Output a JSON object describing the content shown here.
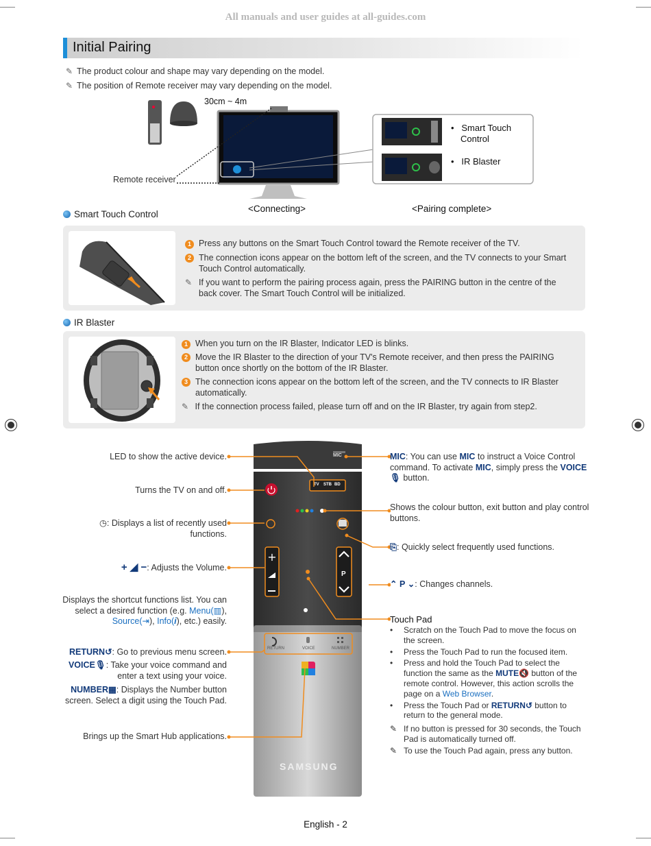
{
  "watermark": "All manuals and user guides at all-guides.com",
  "section_title": "Initial Pairing",
  "notes": [
    "The product colour and shape may vary depending on the model.",
    "The position of Remote receiver may vary depending on the model."
  ],
  "diagram": {
    "distance": "30cm ~ 4m",
    "remote_receiver": "Remote receiver",
    "connecting": "<Connecting>",
    "pairing_complete": "<Pairing complete>",
    "items": [
      "Smart Touch Control",
      "IR Blaster"
    ],
    "smart_touch_line1": "Smart Touch",
    "smart_touch_line2": "Control",
    "remote_logo": "SAMSUNG"
  },
  "smart_touch": {
    "heading": "Smart Touch Control",
    "steps": [
      "Press any buttons on the Smart Touch Control toward the Remote receiver of the TV.",
      "The connection icons appear on the bottom left of the screen, and the TV connects to your Smart Touch Control automatically."
    ],
    "note": "If you want to perform the pairing process again, press the PAIRING button in the centre of the back cover. The Smart Touch Control will be initialized."
  },
  "ir_blaster": {
    "heading": "IR Blaster",
    "steps": [
      "When you turn on the IR Blaster, Indicator LED is blinks.",
      "Move the IR Blaster to the direction of your TV's Remote receiver, and then press the PAIRING button once shortly on the bottom of the IR Blaster.",
      "The connection icons appear on the bottom left of the screen, and the TV connects to IR Blaster automatically."
    ],
    "note": "If the connection process failed, please turn off and on the IR Blaster, try again from step2."
  },
  "remote": {
    "mic": "MIC",
    "tv": "TV",
    "stb": "STB",
    "bd": "BD",
    "p": "P",
    "return": "RETURN",
    "voice": "VOICE",
    "number": "NUMBER",
    "brand": "SAMSUNG",
    "left_labels": {
      "led": "LED to show the active device.",
      "power": "Turns the TV on and off.",
      "recent": ": Displays a list of recently used functions.",
      "volume": ": Adjusts the Volume.",
      "shortcut_1": "Displays the shortcut functions list. You can select a desired function (e.g. ",
      "menu": "Menu(",
      "shortcut_2": "), ",
      "source": "Source(",
      "info": "Info(",
      "shortcut_3": "), etc.) easily.",
      "return_key": "RETURN",
      "return_text": ": Go to previous menu screen.",
      "voice_key": "VOICE",
      "voice_text": ": Take your voice command and enter a text using your voice.",
      "number_key": "NUMBER",
      "number_text": ": Displays the Number button screen. Select a digit using the Touch Pad.",
      "smarthub": "Brings up the Smart Hub applications."
    },
    "right_labels": {
      "mic_key": "MIC",
      "mic_text_1": ": You can use ",
      "mic_text_2": " to instruct a Voice Control command. To activate ",
      "mic_text_3": ", simply press the ",
      "voice_key": "VOICE",
      "mic_text_4": " button.",
      "colour": "Shows the colour button, exit button and play control buttons.",
      "quick": ": Quickly select frequently used functions.",
      "channel_p": "P",
      "channel": ": Changes channels.",
      "touchpad_title": "Touch Pad",
      "tp_1": "Scratch on the Touch Pad to move the focus on the screen.",
      "tp_2": "Press the Touch Pad to run the focused item.",
      "tp_3a": "Press and hold the Touch Pad to select the function the same as the ",
      "mute": "MUTE",
      "tp_3b": " button of the remote control. However, this action scrolls the page on a ",
      "web_browser": "Web Browser",
      "tp_3c": ".",
      "tp_4a": "Press the Touch Pad or ",
      "return_key": "RETURN",
      "tp_4b": " button to return to the general mode.",
      "note_1": "If no button is pressed for 30 seconds, the Touch Pad is automatically turned off.",
      "note_2": "To use the Touch Pad again, press any button."
    }
  },
  "footer": "English - 2",
  "colors": {
    "accent": "#1e8fd8",
    "callout": "#f08c1e",
    "link": "#1a6fc0",
    "key": "#123a7a"
  }
}
